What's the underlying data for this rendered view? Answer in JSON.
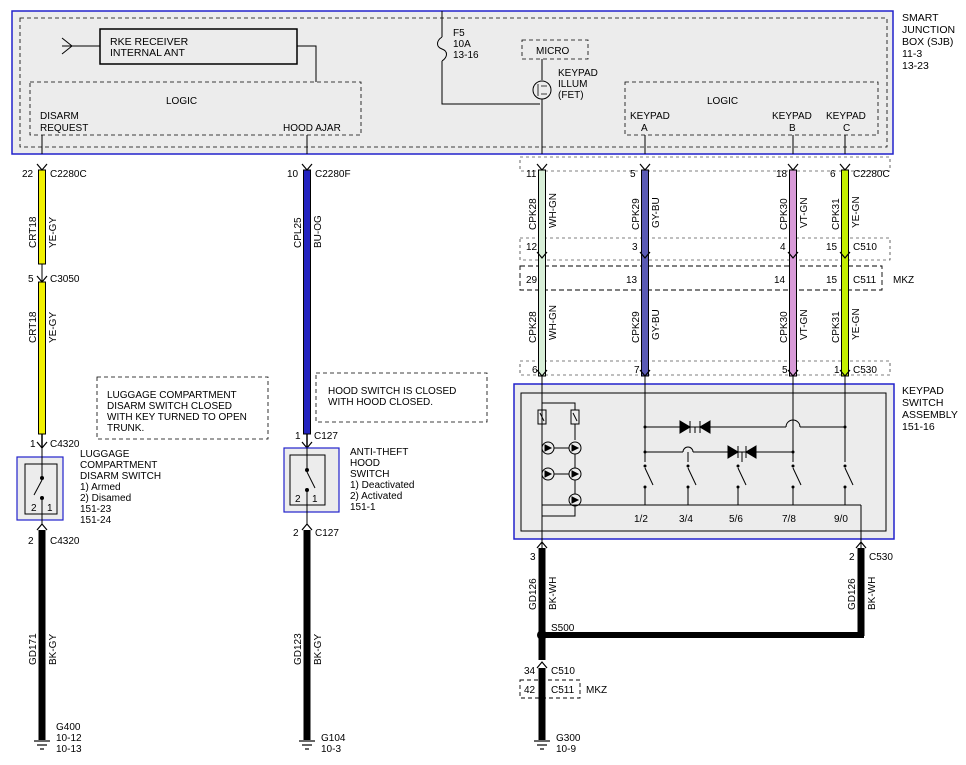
{
  "sjb": {
    "label_lines": [
      "SMART",
      "JUNCTION",
      "BOX (SJB)",
      "11-3",
      "13-23"
    ],
    "rke": [
      "RKE RECEIVER",
      "INTERNAL ANT"
    ],
    "fuse": [
      "F5",
      "10A",
      "13-16"
    ],
    "micro": "MICRO",
    "fet": [
      "KEYPAD",
      "ILLUM",
      "(FET)"
    ],
    "logic_left": "LOGIC",
    "logic_right": "LOGIC",
    "disarm": [
      "DISARM",
      "REQUEST"
    ],
    "hood_ajar": "HOOD AJAR",
    "keypad_a": [
      "KEYPAD",
      "A"
    ],
    "keypad_b": [
      "KEYPAD",
      "B"
    ],
    "keypad_c": [
      "KEYPAD",
      "C"
    ]
  },
  "connectors": {
    "c2280c_22": "22",
    "c2280c": "C2280C",
    "c2280f_10": "10",
    "c2280f": "C2280F",
    "p11": "11",
    "p5": "5",
    "p18": "18",
    "p6": "6",
    "c2280c_right": "C2280C",
    "c3050_5": "5",
    "c3050": "C3050",
    "c510_12": "12",
    "c510_3": "3",
    "c510_4": "4",
    "c510_15": "15",
    "c510": "C510",
    "c511_29": "29",
    "c511_13": "13",
    "c511_14": "14",
    "c511_15": "15",
    "c511": "C511",
    "mkz": "MKZ",
    "c530_6": "6",
    "c530_7": "7",
    "c530_5": "5",
    "c530_1": "1",
    "c530": "C530",
    "c4320_1": "1",
    "c4320_top": "C4320",
    "c127_1": "1",
    "c127_top": "C127",
    "c4320_2": "2",
    "c4320_bot": "C4320",
    "c127_2": "2",
    "c127_bot": "C127",
    "c530b_3": "3",
    "c530b_2": "2",
    "c530b": "C530",
    "s500": "S500",
    "c510b_34": "34",
    "c510b": "C510",
    "c511b_42": "42",
    "c511b": "C511",
    "mkz_b": "MKZ"
  },
  "wires": {
    "crt18": "CRT18",
    "ye_gy": "YE-GY",
    "cpl25": "CPL25",
    "bu_og": "BU-OG",
    "cpk28": "CPK28",
    "wh_gn": "WH-GN",
    "cpk29": "CPK29",
    "gy_bu": "GY-BU",
    "cpk30": "CPK30",
    "vt_gn": "VT-GN",
    "cpk31": "CPK31",
    "ye_gn": "YE-GN",
    "gd171": "GD171",
    "bk_gy": "BK-GY",
    "gd123": "GD123",
    "gd126": "GD126",
    "bk_wh": "BK-WH"
  },
  "notes": {
    "luggage_note": [
      "LUGGAGE COMPARTMENT",
      "DISARM SWITCH CLOSED",
      "WITH KEY TURNED TO OPEN",
      "TRUNK."
    ],
    "hood_note": [
      "HOOD SWITCH IS CLOSED",
      "WITH HOOD CLOSED."
    ]
  },
  "components": {
    "luggage_switch": [
      "LUGGAGE",
      "COMPARTMENT",
      "DISARM SWITCH",
      "1) Armed",
      "2) Disamed",
      "151-23",
      "151-24"
    ],
    "hood_switch": [
      "ANTI-THEFT",
      "HOOD",
      "SWITCH",
      "1) Deactivated",
      "2) Activated",
      "151-1"
    ],
    "switch_pin_2": "2",
    "switch_pin_1": "1",
    "keypad_assembly": [
      "KEYPAD",
      "SWITCH",
      "ASSEMBLY",
      "151-16"
    ],
    "keys": [
      "1/2",
      "3/4",
      "5/6",
      "7/8",
      "9/0"
    ]
  },
  "grounds": {
    "g400": [
      "G400",
      "10-12",
      "10-13"
    ],
    "g104": [
      "G104",
      "10-3"
    ],
    "g300": [
      "G300",
      "10-9"
    ]
  },
  "colors": {
    "frame": "#2222cc",
    "yellow": "#f0f000",
    "blue": "#2424c0",
    "white_green": "#d8efd8",
    "gray_blue": "#5a5ab4",
    "violet_green": "#d89ad8",
    "yellow_green": "#c4f000",
    "black": "#000000"
  }
}
